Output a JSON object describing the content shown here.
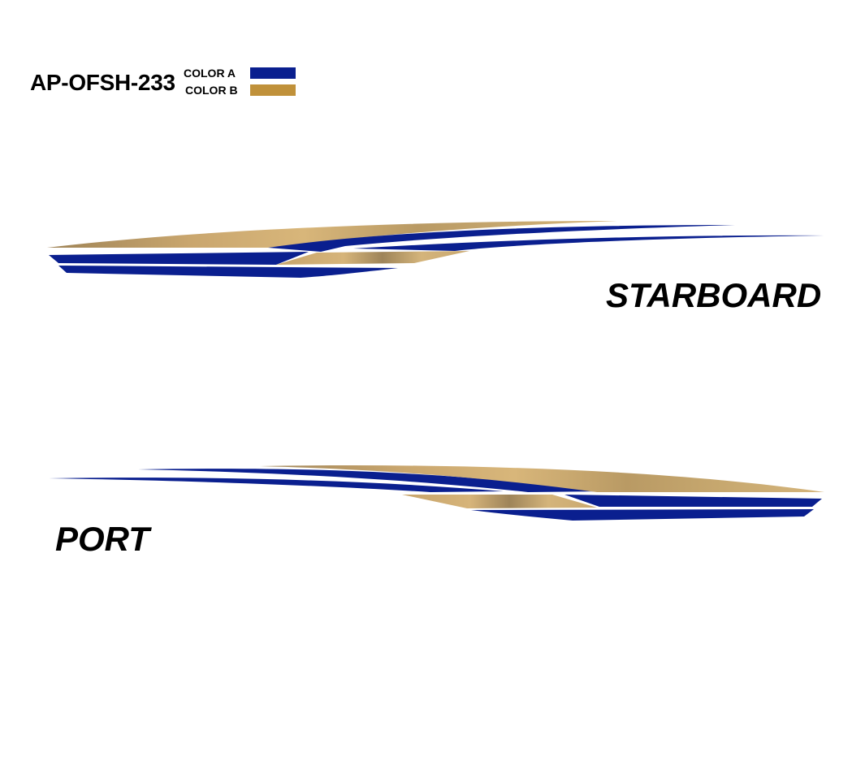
{
  "design": {
    "code": "AP-OFSH-233",
    "colors": [
      {
        "label": "COLOR A",
        "hex": "#0a1f8f"
      },
      {
        "label": "COLOR B",
        "hex": "#c0913a"
      }
    ]
  },
  "sides": {
    "starboard_label": "STARBOARD",
    "port_label": "PORT"
  }
}
